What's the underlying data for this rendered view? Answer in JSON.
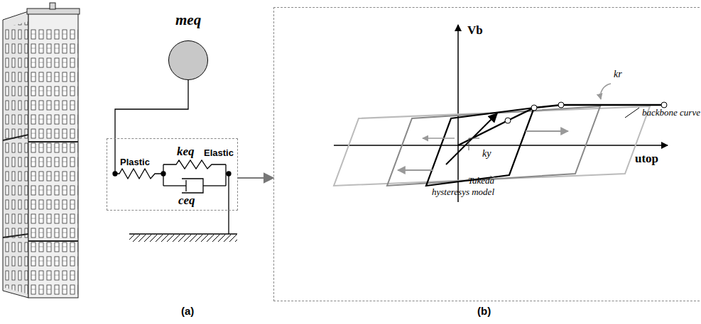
{
  "diagram": {
    "nodes": [
      {
        "text": [
          "meq"
        ]
      },
      {
        "text": [
          "Plastic",
          "keq",
          "Elastic",
          "ceq"
        ]
      },
      {
        "text": [
          "Vb",
          "utop",
          "backbone curve",
          "Takeda hysteresys model",
          "kr",
          "ky"
        ]
      }
    ],
    "edges": [
      {
        "from": 0,
        "to": 1,
        "arrow": "none"
      },
      {
        "from": 1,
        "to": 2,
        "arrow": "to"
      }
    ],
    "labels": [
      "(a)",
      "(b)"
    ]
  }
}
